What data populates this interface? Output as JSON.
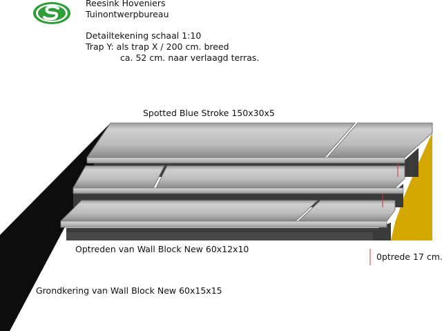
{
  "company": {
    "name": "Reesink Hoveniers",
    "subtitle": "Tuinontwerpbureau"
  },
  "drawing_info": {
    "line1": "Detailtekening schaal 1:10",
    "line2": "Trap Y: als trap X / 200 cm. breed",
    "line3": "ca. 52 cm. naar verlaagd terras."
  },
  "labels": {
    "top_slab": "Spotted Blue Stroke 150x30x5",
    "risers": "Optreden van Wall Block New 60x12x10",
    "riser_height": "0ptrede 17 cm.",
    "retaining_wall": "Grondkering van Wall Block New 60x15x15"
  },
  "colors": {
    "logo_green": "#2f9e3a",
    "wall_black": "#0d0d0d",
    "riser_dark": "#3a3a3a",
    "slab_grey": "#b9b9b9",
    "slab_edge": "#8f8f8f",
    "side_yellow": "#d4a600",
    "dimension_red": "#d23030"
  }
}
